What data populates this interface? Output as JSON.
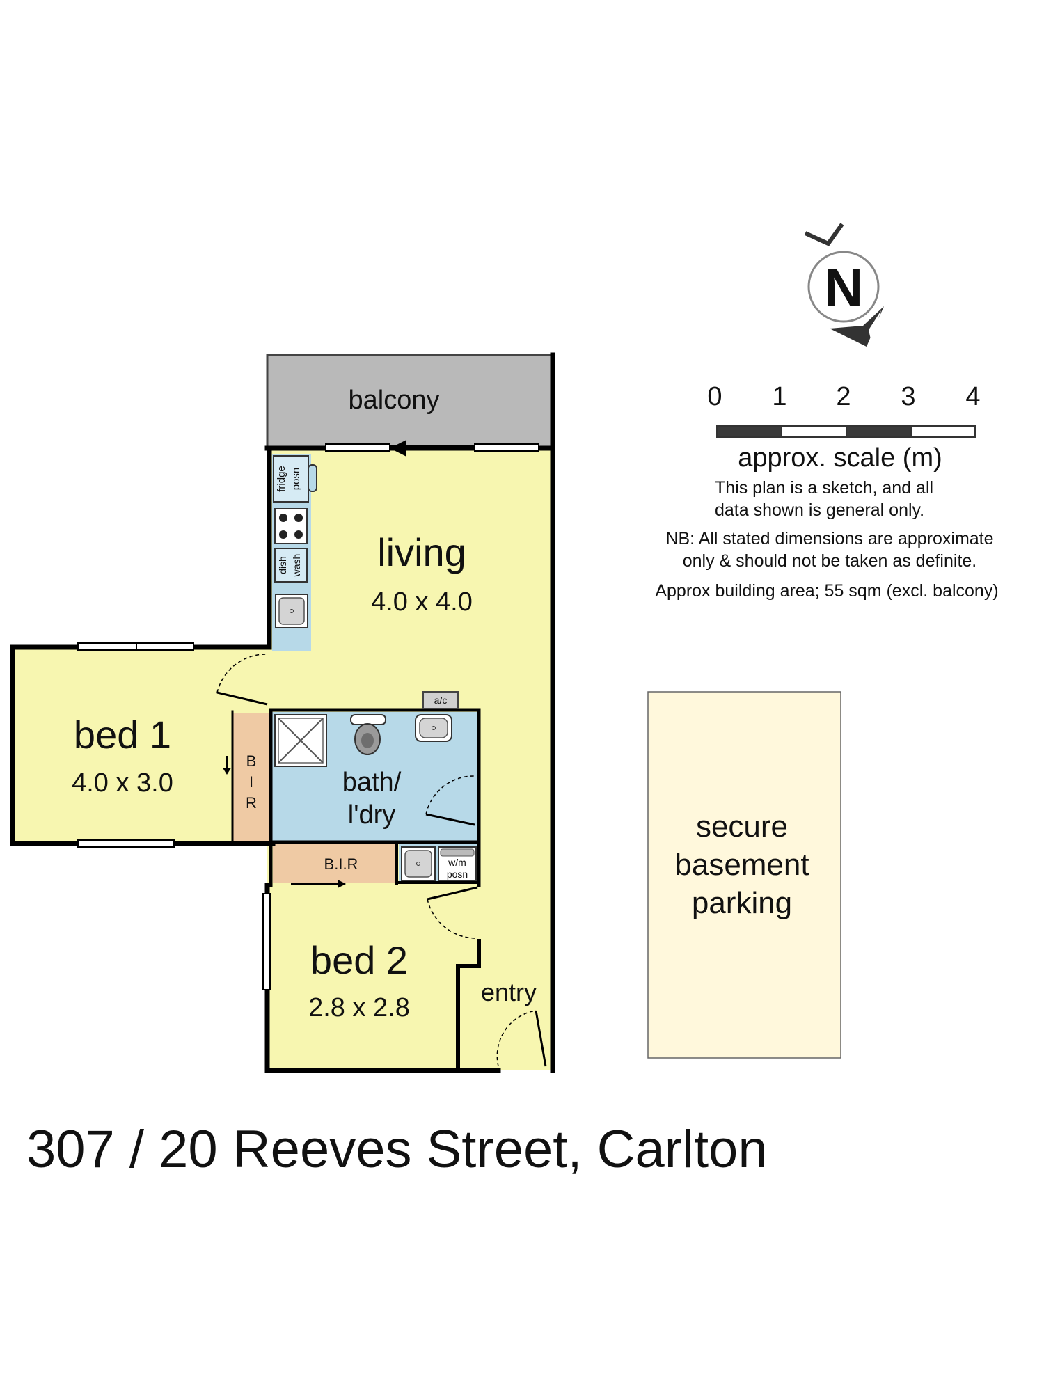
{
  "colors": {
    "room_fill": "#f7f6b0",
    "wet_fill": "#b7d9e8",
    "robe_fill": "#efcaa4",
    "balcony_fill": "#b9b9b9",
    "parking_fill": "#fff8dc",
    "wall": "#000000"
  },
  "rooms": {
    "balcony": {
      "name": "balcony"
    },
    "living": {
      "name": "living",
      "dims": "4.0 x 4.0"
    },
    "bed1": {
      "name": "bed 1",
      "dims": "4.0 x 3.0"
    },
    "bed2": {
      "name": "bed 2",
      "dims": "2.8 x 2.8"
    },
    "bath": {
      "name_line1": "bath/",
      "name_line2": "l'dry"
    },
    "entry": {
      "name": "entry"
    },
    "bir_bed1": {
      "l1": "B",
      "l2": "I",
      "l3": "R"
    },
    "bir_bed2": {
      "name": "B.I.R"
    }
  },
  "fixtures": {
    "fridge": {
      "l1": "fridge",
      "l2": "posn"
    },
    "dishwasher": {
      "l1": "dish",
      "l2": "wash"
    },
    "ac": "a/c",
    "washing_machine": {
      "l1": "w/m",
      "l2": "posn"
    },
    "cooktop_icon": "cooktop-icon",
    "sink_icon": "sink-icon",
    "toilet_icon": "toilet-icon",
    "shower_icon": "shower-icon"
  },
  "parking": {
    "l1": "secure",
    "l2": "basement",
    "l3": "parking"
  },
  "compass": {
    "letter": "N",
    "icon": "north-arrow-icon"
  },
  "scale": {
    "ticks": [
      "0",
      "1",
      "2",
      "3",
      "4"
    ],
    "label": "approx. scale (m)"
  },
  "notes": {
    "line1": "This plan is a sketch, and all",
    "line2": "data shown is general only.",
    "line3": "NB: All stated dimensions are approximate",
    "line4": "only & should not be taken as definite.",
    "area": "Approx building area; 55 sqm (excl. balcony)"
  },
  "address": "307 / 20 Reeves Street, Carlton"
}
